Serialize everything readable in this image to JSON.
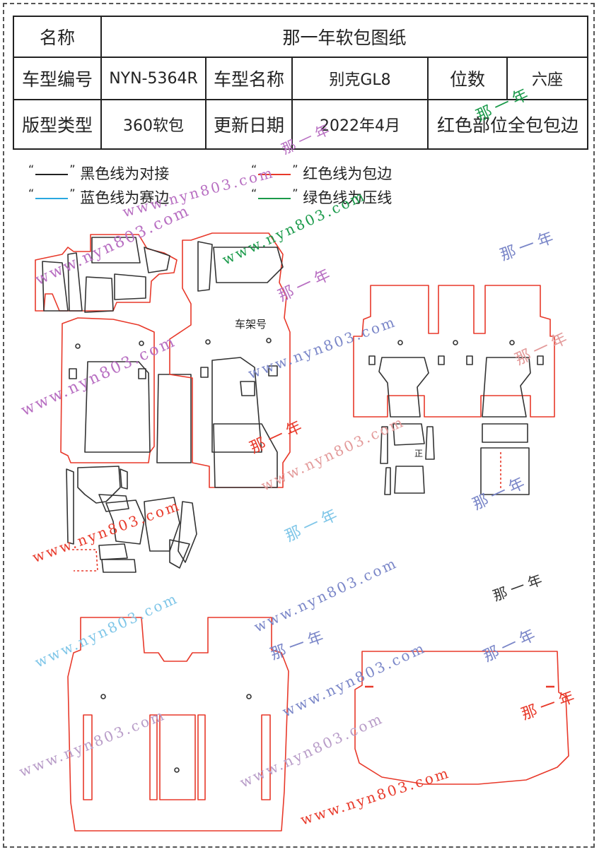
{
  "table": {
    "row1": {
      "label": "名称",
      "value": "那一年软包图纸"
    },
    "row2": {
      "model_code_label": "车型编号",
      "model_code": "NYN-5364R",
      "model_name_label": "车型名称",
      "model_name": "别克GL8",
      "seats_label": "位数",
      "seats": "六座"
    },
    "row3": {
      "type_label": "版型类型",
      "type": "360软包",
      "date_label": "更新日期",
      "date": "2022年4月",
      "note": "红色部位全包包边"
    }
  },
  "legend": {
    "black": {
      "text": "黑色线为对接",
      "color": "#222222"
    },
    "red": {
      "text": "红色线为包边",
      "color": "#e8392a"
    },
    "blue": {
      "text": "蓝色线为赛边",
      "color": "#29a8e0"
    },
    "green": {
      "text": "绿色线为压线",
      "color": "#1a9a4a"
    },
    "quote_open": "“",
    "quote_close": "”"
  },
  "drawing": {
    "frame_label": "车架号",
    "front_small_label": "正"
  },
  "watermarks": {
    "url": "www.nyn803.com",
    "brand": "那一年"
  }
}
